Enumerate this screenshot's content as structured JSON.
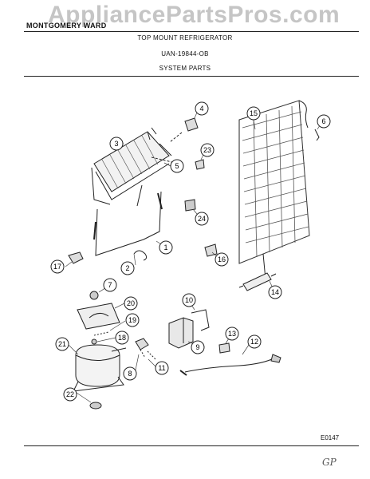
{
  "watermark": "AppliancePartsPros.com",
  "header": {
    "model_text": "MONTGOMERY WARD",
    "title": "TOP MOUNT REFRIGERATOR",
    "model_number": "UAN-19844-OB",
    "section": "SYSTEM PARTS"
  },
  "diagram_code": "E0147",
  "signature": "GP",
  "callouts": [
    "1",
    "2",
    "3",
    "4",
    "5",
    "6",
    "7",
    "8",
    "9",
    "10",
    "11",
    "12",
    "13",
    "14",
    "15",
    "16",
    "17",
    "18",
    "19",
    "20",
    "21",
    "22",
    "23",
    "24"
  ]
}
